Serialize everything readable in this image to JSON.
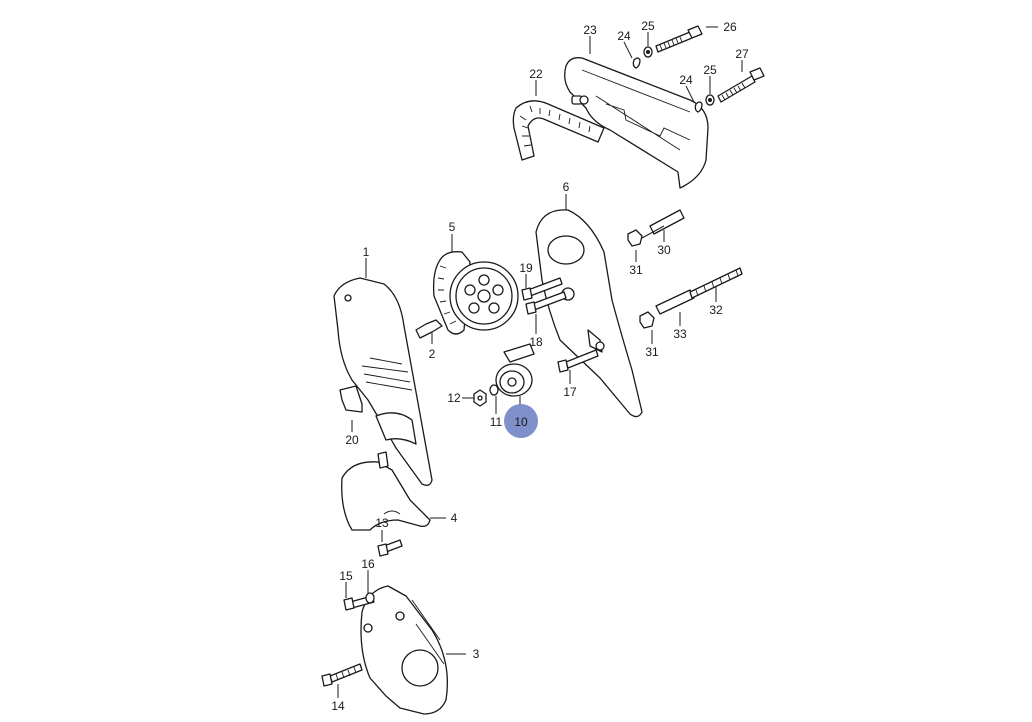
{
  "highlight_color": "#7f8fc9",
  "callouts": {
    "c1": "1",
    "c2": "2",
    "c3": "3",
    "c4": "4",
    "c5": "5",
    "c6": "6",
    "c10": "10",
    "c11": "11",
    "c12": "12",
    "c13": "13",
    "c14a": "14",
    "c15": "15",
    "c16": "16",
    "c17": "17",
    "c18": "18",
    "c19": "19",
    "c20": "20",
    "c22": "22",
    "c23": "23",
    "c24a": "24",
    "c24b": "24",
    "c25a": "25",
    "c25b": "25",
    "c26": "26",
    "c27": "27",
    "c30": "30",
    "c31a": "31",
    "c31b": "31",
    "c32": "32",
    "c33": "33"
  }
}
